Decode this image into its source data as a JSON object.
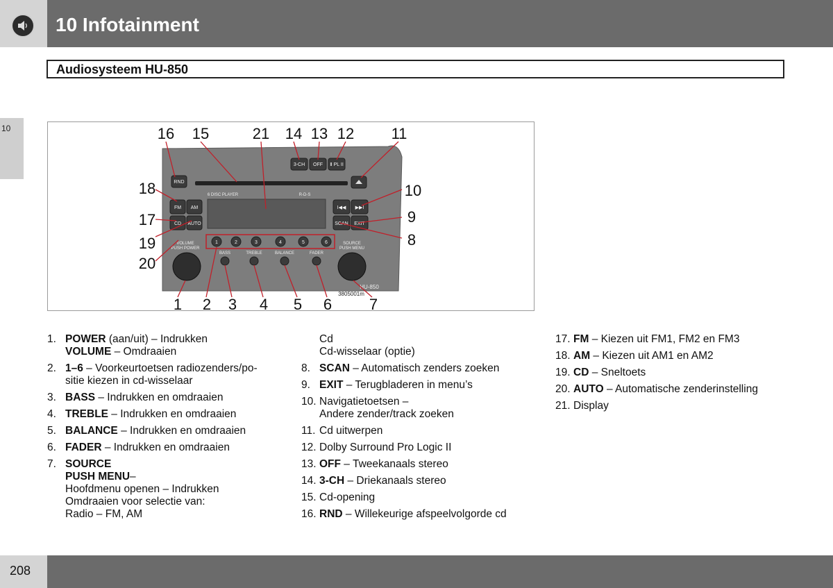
{
  "header": {
    "chapter_title": "10 Infotainment",
    "icon": "speaker-icon"
  },
  "section": {
    "title": "Audiosysteem HU-850"
  },
  "side_tab": {
    "label": "10"
  },
  "figure": {
    "callouts": [
      "16",
      "15",
      "21",
      "14",
      "13",
      "12",
      "11",
      "18",
      "10",
      "9",
      "17",
      "19",
      "8",
      "20",
      "1",
      "2",
      "3",
      "4",
      "5",
      "6",
      "7"
    ],
    "buttons": {
      "rnd": "RND",
      "ch3": "3-CH",
      "off": "OFF",
      "dolby": "Ⅱ PL II",
      "fm": "FM",
      "am": "AM",
      "cd": "CD",
      "auto": "AUTO",
      "scan": "SCAN",
      "exit": "EXIT",
      "prev": "I◀◀",
      "next": "▶▶I",
      "presets": [
        "1",
        "2",
        "3",
        "4",
        "5",
        "6"
      ],
      "bass": "BASS",
      "treble": "TREBLE",
      "balance": "BALANCE",
      "fader": "FADER",
      "volume": "VOLUME",
      "volume_sub": "PUSH POWER",
      "source": "SOURCE",
      "source_sub": "PUSH MENU",
      "disc_player": "6 DISC PLAYER",
      "rds": "R-D-S",
      "model": "HU-850",
      "figure_code": "3805001m"
    }
  },
  "list": {
    "col1": [
      {
        "n": "1.",
        "bold": "POWER",
        "rest": " (aan/uit) – Indrukken"
      },
      {
        "cont_bold": "VOLUME",
        "cont_rest": " – Omdraaien"
      },
      {
        "n": "2.",
        "bold": "1–6",
        "rest": " – Voorkeurtoetsen radiozenders/po-"
      },
      {
        "cont_plain": "sitie kiezen in cd-wisselaar"
      },
      {
        "n": "3.",
        "bold": "BASS",
        "rest": " – Indrukken en omdraaien"
      },
      {
        "n": "4.",
        "bold": "TREBLE",
        "rest": " – Indrukken en omdraaien"
      },
      {
        "n": "5.",
        "bold": "BALANCE",
        "rest": " – Indrukken en omdraaien"
      },
      {
        "n": "6.",
        "bold": "FADER",
        "rest": " – Indrukken en omdraaien"
      },
      {
        "n": "7.",
        "bold": "SOURCE",
        "rest": ""
      },
      {
        "cont_bold": "PUSH MENU",
        "cont_rest": "–"
      },
      {
        "cont_plain": "Hoofdmenu openen – Indrukken"
      },
      {
        "cont_plain": "Omdraaien voor selectie van:"
      },
      {
        "cont_plain": "Radio – FM, AM"
      }
    ],
    "col2": [
      {
        "cont_plain": "Cd"
      },
      {
        "cont_plain": "Cd-wisselaar (optie)"
      },
      {
        "n": "8.",
        "bold": "SCAN",
        "rest": " – Automatisch zenders zoeken"
      },
      {
        "n": "9.",
        "bold": "EXIT",
        "rest": " – Terugbladeren in menu’s"
      },
      {
        "n": "10.",
        "bold": "",
        "rest": "Navigatietoetsen –"
      },
      {
        "cont_plain": "Andere zender/track zoeken"
      },
      {
        "n": "11.",
        "bold": "",
        "rest": "Cd uitwerpen"
      },
      {
        "n": "12.",
        "bold": "",
        "rest": "Dolby Surround Pro Logic II"
      },
      {
        "n": "13.",
        "bold": "OFF",
        "rest": " – Tweekanaals stereo"
      },
      {
        "n": "14.",
        "bold": "3-CH",
        "rest": " – Driekanaals stereo"
      },
      {
        "n": "15.",
        "bold": "",
        "rest": "Cd-opening"
      },
      {
        "n": "16.",
        "bold": "RND",
        "rest": " – Willekeurige afspeelvolgorde cd"
      }
    ],
    "col3": [
      {
        "n": "17.",
        "bold": "FM",
        "rest": " – Kiezen uit FM1, FM2 en FM3"
      },
      {
        "n": "18.",
        "bold": "AM",
        "rest": " – Kiezen uit AM1 en AM2"
      },
      {
        "n": "19.",
        "bold": "CD",
        "rest": " – Sneltoets"
      },
      {
        "n": "20.",
        "bold": "AUTO",
        "rest": " – Automatische zenderinstelling"
      },
      {
        "n": "21.",
        "bold": "",
        "rest": "Display"
      }
    ]
  },
  "footer": {
    "page_number": "208"
  },
  "colors": {
    "band": "#6b6b6b",
    "light_cell": "#d4d4d4",
    "panel": "#7d7d7d"
  }
}
